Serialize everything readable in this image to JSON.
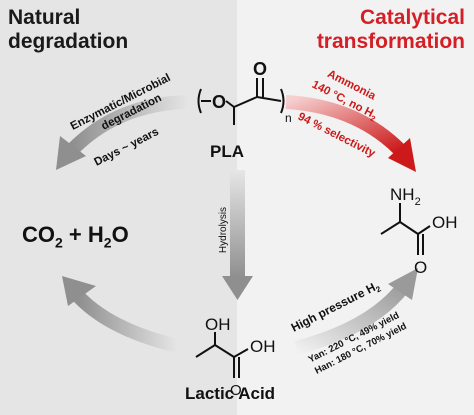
{
  "colors": {
    "left_panel": "#e5e5e5",
    "right_panel": "#f2f2f2",
    "accent_red": "#d41f26",
    "arrow_gray": "#a8a8a8",
    "text_dark": "#1a1a1a"
  },
  "left_header": {
    "line1": "Natural",
    "line2": "degradation"
  },
  "right_header": {
    "line1": "Catalytical",
    "line2": "transformation"
  },
  "molecules": {
    "pla_label": "PLA",
    "pla_repeat_subscript": "n",
    "pla_oxygen": "O",
    "pla_carbonyl_oxygen": "O",
    "amino_group": "NH",
    "amino_subscript": "2",
    "alanine_oh": "OH",
    "alanine_carbonyl_oxygen": "O",
    "lactic_oh_top": "OH",
    "lactic_oh_right": "OH",
    "lactic_carbonyl_oxygen": "O",
    "lactic_label": "Lactic Acid"
  },
  "products": {
    "co2_h2o_prefix": "CO",
    "co2_sub": "2",
    "co2_h2o_suffix": " + H",
    "h2o_sub": "2",
    "h2o_tail": "O"
  },
  "arrows": {
    "enzymatic_line1": "Enzymatic/Microbial",
    "enzymatic_line2": "degradation",
    "days_label": "Days ~ years",
    "ammonia_line1": "Ammonia",
    "ammonia_line2_prefix": "140 °C, no H",
    "ammonia_line2_sub": "2",
    "selectivity_label": "94 % selectivity",
    "hydrolysis_label": "Hydrolysis",
    "high_pressure_prefix": "High pressure H",
    "high_pressure_sub": "2",
    "yan_label": "Yan: 220 °C, 49% yield",
    "han_label": "Han: 180 °C, 70% yield"
  }
}
